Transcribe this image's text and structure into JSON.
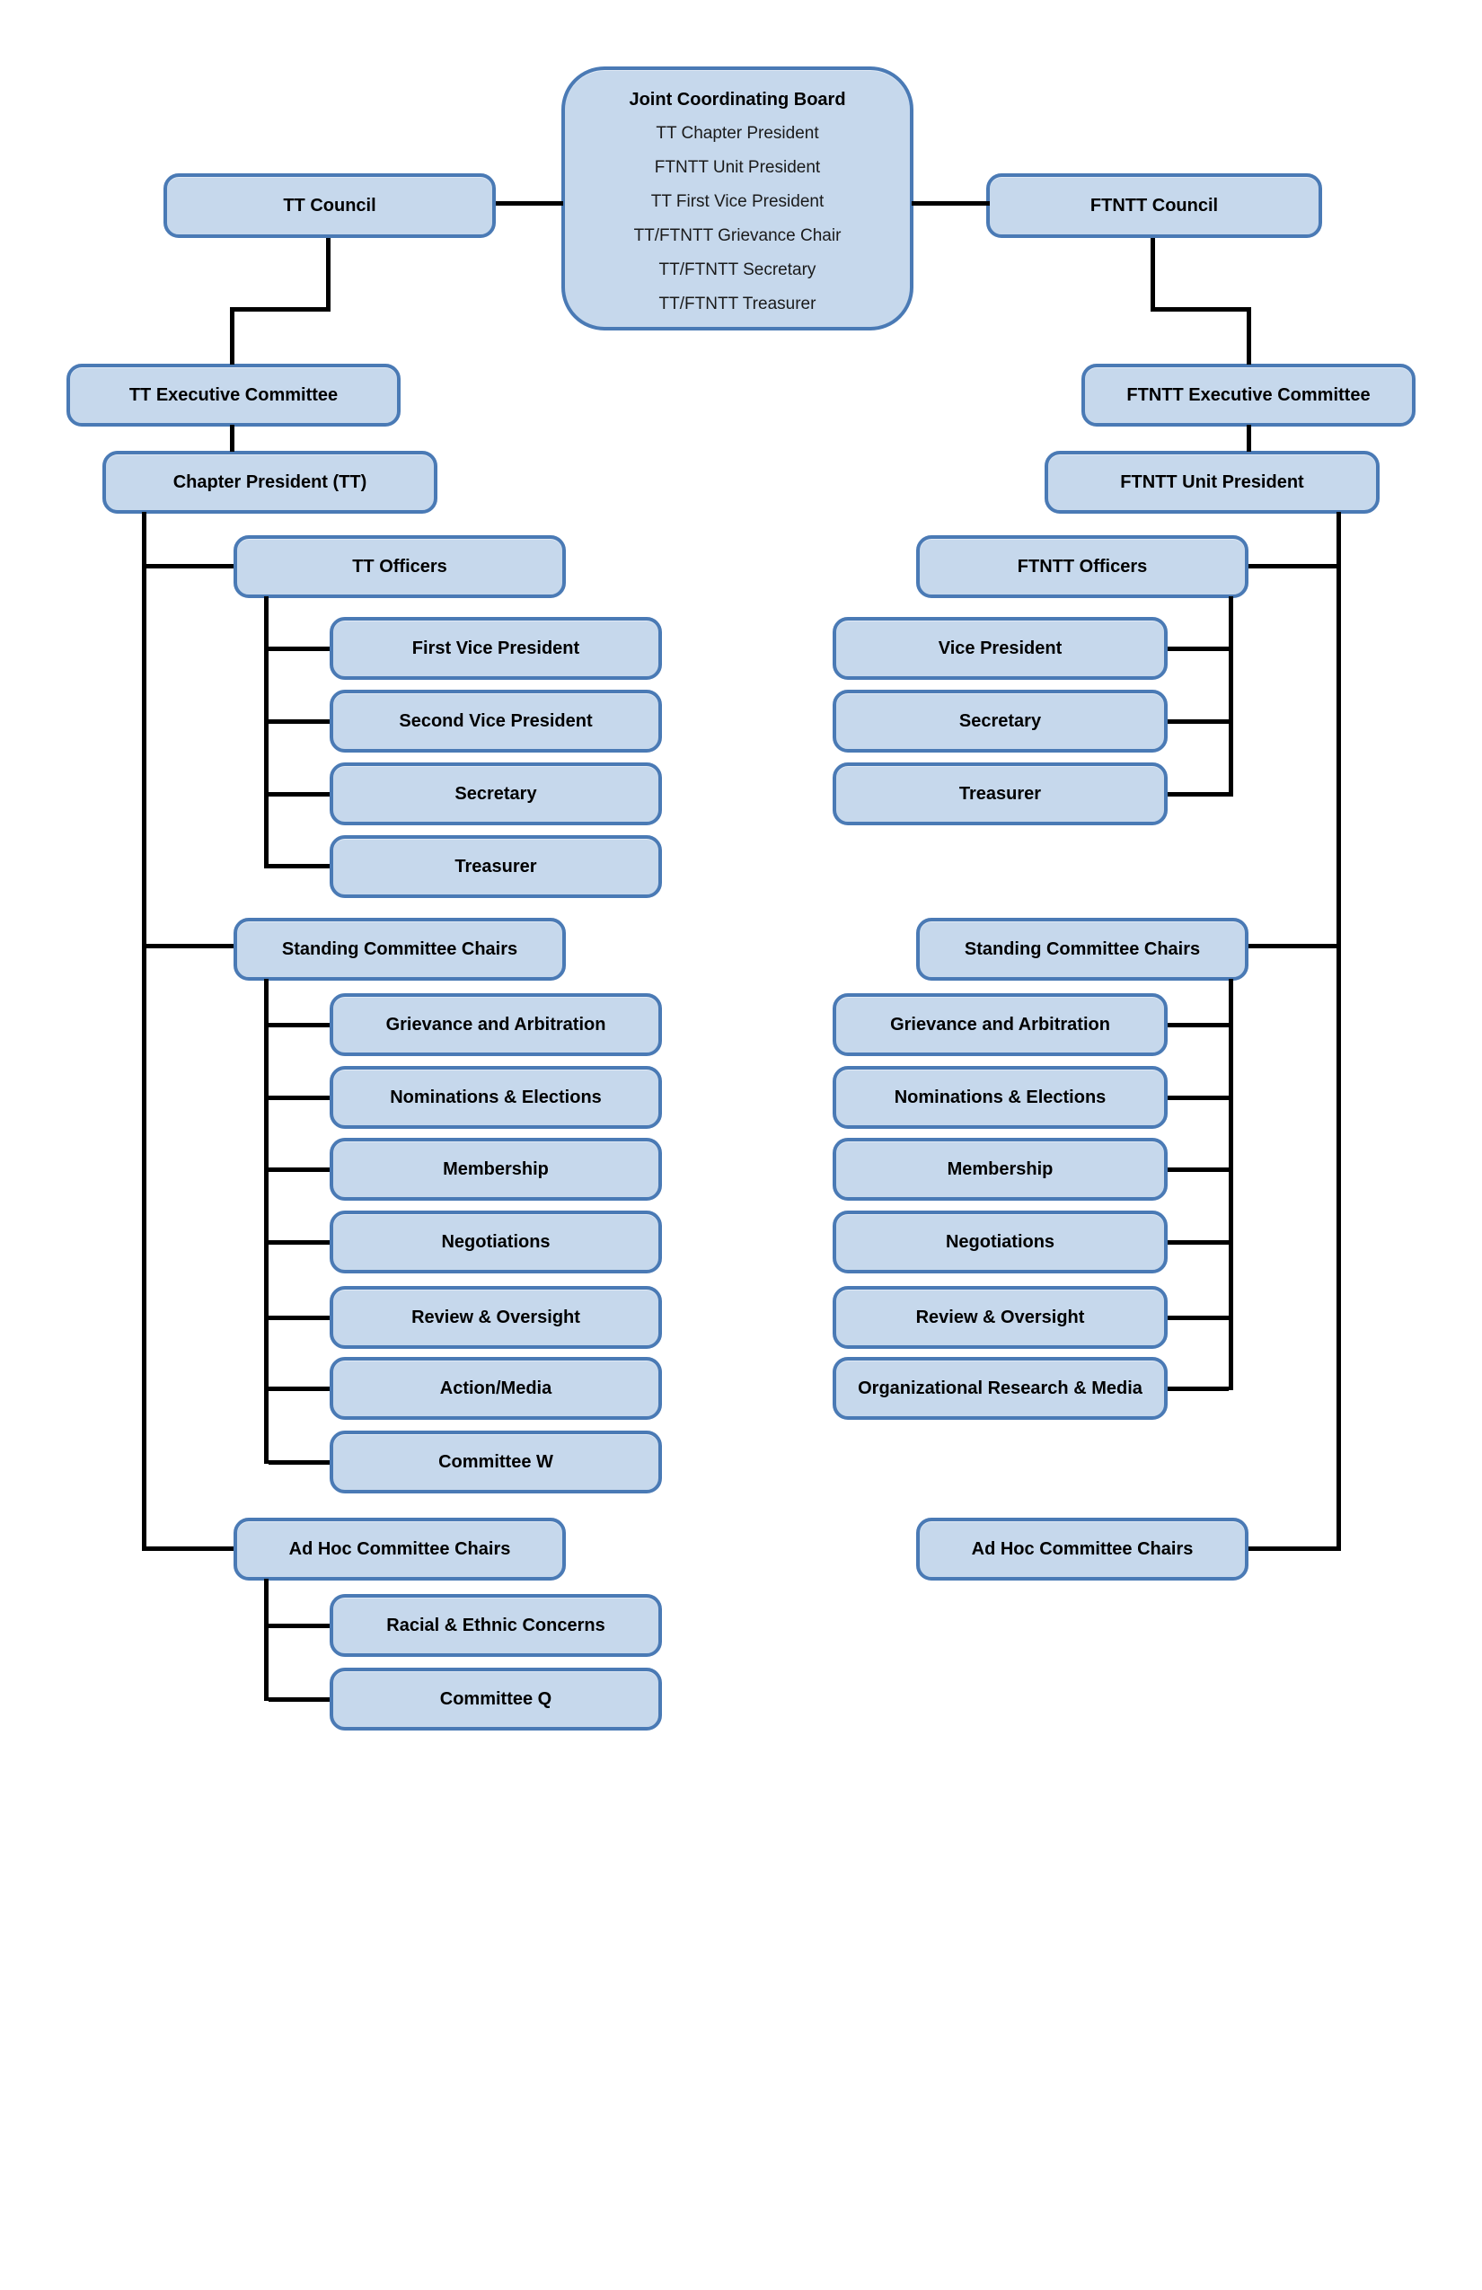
{
  "page": {
    "background": "#ffffff"
  },
  "colors": {
    "box_fill": "#c6d8ec",
    "box_border": "#4a7ab5",
    "connector": "#000000",
    "text": "#000000"
  },
  "diagram": {
    "joint_board": {
      "title": "Joint Coordinating Board",
      "members": [
        "TT Chapter President",
        "FTNTT Unit President",
        "TT First Vice President",
        "TT/FTNTT Grievance Chair",
        "TT/FTNTT Secretary",
        "TT/FTNTT Treasurer"
      ]
    },
    "left": {
      "council": "TT Council",
      "executive": "TT Executive Committee",
      "president": "Chapter President (TT)",
      "officers": {
        "label": "TT Officers",
        "children": [
          "First Vice President",
          "Second Vice President",
          "Secretary",
          "Treasurer"
        ]
      },
      "standing": {
        "label": "Standing Committee Chairs",
        "children": [
          "Grievance and Arbitration",
          "Nominations & Elections",
          "Membership",
          "Negotiations",
          "Review & Oversight",
          "Action/Media",
          "Committee W"
        ]
      },
      "adhoc": {
        "label": "Ad Hoc Committee Chairs",
        "children": [
          "Racial & Ethnic Concerns",
          "Committee Q"
        ]
      }
    },
    "right": {
      "council": "FTNTT Council",
      "executive": "FTNTT Executive Committee",
      "president": "FTNTT Unit President",
      "officers": {
        "label": "FTNTT Officers",
        "children": [
          "Vice President",
          "Secretary",
          "Treasurer"
        ]
      },
      "standing": {
        "label": "Standing Committee Chairs",
        "children": [
          "Grievance and Arbitration",
          "Nominations & Elections",
          "Membership",
          "Negotiations",
          "Review & Oversight",
          "Organizational Research & Media"
        ]
      },
      "adhoc": {
        "label": "Ad Hoc Committee Chairs",
        "children": []
      }
    }
  }
}
